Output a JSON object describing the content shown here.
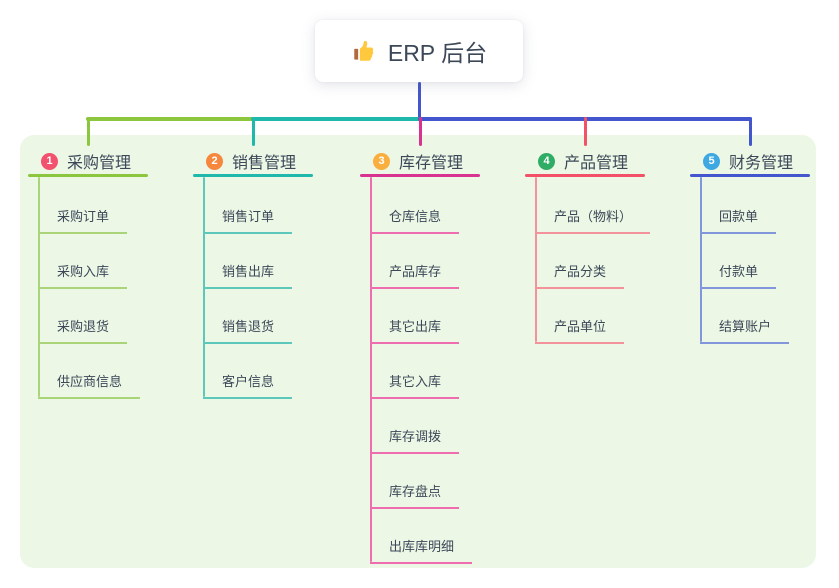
{
  "root": {
    "icon": "thumbs-up",
    "label": "ERP 后台"
  },
  "colors": {
    "background": "#FFFFFF",
    "panel": "#ECF7E6",
    "text": "#3C4858",
    "root_line": "#4356CD",
    "thumb_yellow": "#FFC83D",
    "thumb_cuff": "#B4693B"
  },
  "branches": [
    {
      "num": "1",
      "title": "采购管理",
      "badge_color": "#F2526D",
      "line_color": "#8CC63F",
      "child_line_color": "#A9D478",
      "children": [
        "采购订单",
        "采购入库",
        "采购退货",
        "供应商信息"
      ]
    },
    {
      "num": "2",
      "title": "销售管理",
      "badge_color": "#F6883D",
      "line_color": "#1EB9AA",
      "child_line_color": "#5CC8BA",
      "children": [
        "销售订单",
        "销售出库",
        "销售退货",
        "客户信息"
      ]
    },
    {
      "num": "3",
      "title": "库存管理",
      "badge_color": "#F9AE3D",
      "line_color": "#D83390",
      "child_line_color": "#EE6DAE",
      "children": [
        "仓库信息",
        "产品库存",
        "其它出库",
        "其它入库",
        "库存调拨",
        "库存盘点",
        "出库库明细"
      ]
    },
    {
      "num": "4",
      "title": "产品管理",
      "badge_color": "#30AD65",
      "line_color": "#F25168",
      "child_line_color": "#F4929B",
      "children": [
        "产品（物料）",
        "产品分类",
        "产品单位"
      ]
    },
    {
      "num": "5",
      "title": "财务管理",
      "badge_color": "#3EA8E2",
      "line_color": "#4356CD",
      "child_line_color": "#8297DB",
      "children": [
        "回款单",
        "付款单",
        "结算账户"
      ]
    }
  ]
}
